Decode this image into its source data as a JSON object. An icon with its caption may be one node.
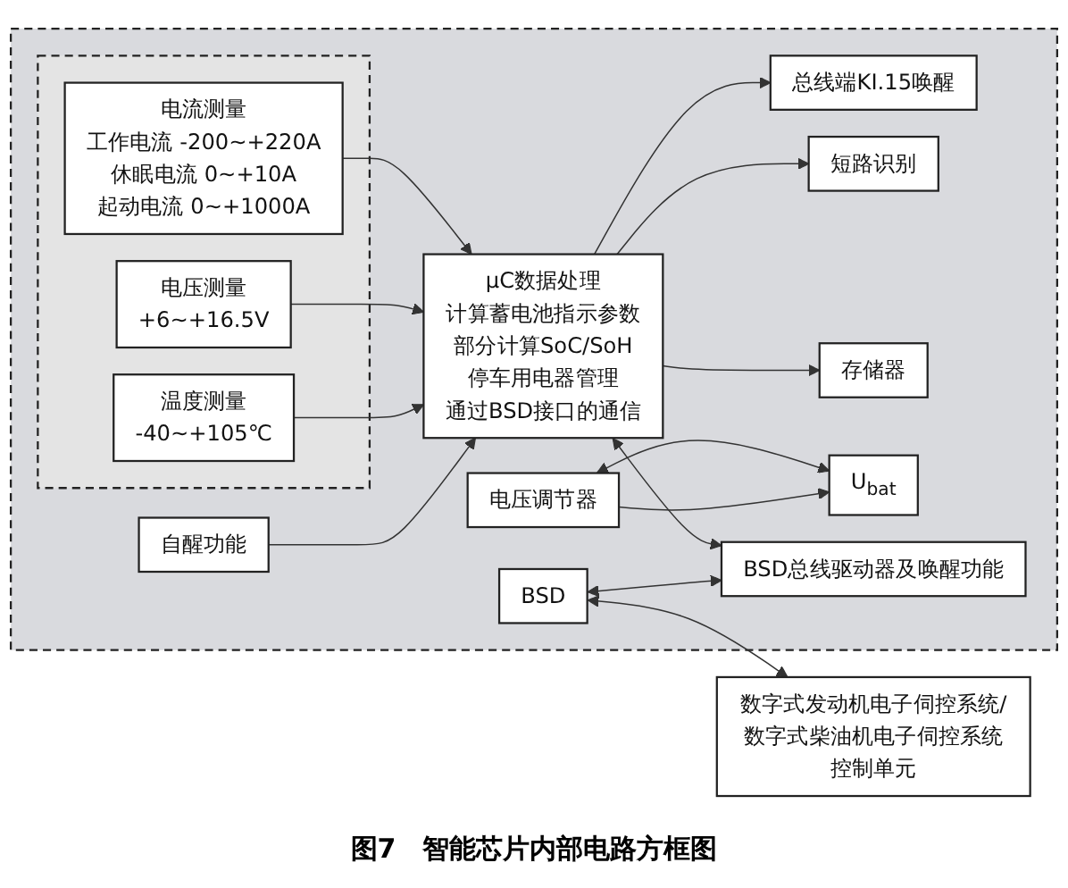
{
  "diagram": {
    "caption": "图7　智能芯片内部电路方框图",
    "nodes": [
      {
        "text": [],
        "shape": "box"
      },
      {
        "text": [],
        "shape": "box",
        "in": 0
      },
      {
        "text": [
          "电流测量",
          "工作电流 -200~+220A",
          "休眠电流 0~+10A",
          "起动电流 0~+1000A"
        ],
        "in": 1
      },
      {
        "text": [
          "电压测量",
          "+6~+16.5V"
        ],
        "in": 1
      },
      {
        "text": [
          "温度测量",
          "-40~+105℃"
        ],
        "in": 1
      },
      {
        "text": [
          "μC数据处理",
          "计算蓄电池指示参数",
          "部分计算SoC/SoH",
          "停车用电器管理",
          "通过BSD接口的通信"
        ],
        "in": 0
      },
      {
        "text": [
          "总线端KI.15唤醒"
        ],
        "in": 0
      },
      {
        "text": [
          "短路识别"
        ],
        "in": 0
      },
      {
        "text": [
          "自醒功能"
        ],
        "in": 0
      },
      {
        "text": [
          "存储器"
        ],
        "in": 0
      },
      {
        "text": [
          "数字式发动机电子伺控系统/数字式柴油机电子伺控系统控制单元"
        ]
      },
      {
        "text": [
          "电压调节器"
        ],
        "in": 0
      },
      {
        "text": [
          "U$_{bat}$"
        ],
        "in": 0
      },
      {
        "text": [
          "BSD"
        ],
        "in": 0
      },
      {
        "text": [
          "BSD总线驱动器及唤醒功能"
        ],
        "in": 0
      }
    ],
    "edges": [
      {
        "from": 2,
        "to": 5,
        "arrow": "to"
      },
      {
        "from": 3,
        "to": 5,
        "arrow": "to"
      },
      {
        "from": 4,
        "to": 5,
        "arrow": "to"
      },
      {
        "from": 5,
        "to": 6,
        "arrow": "to"
      },
      {
        "from": 5,
        "to": 7,
        "arrow": "to"
      },
      {
        "from": 8,
        "to": 5,
        "arrow": "to"
      },
      {
        "from": 5,
        "to": 9,
        "arrow": "to"
      },
      {
        "from": 5,
        "to": 14,
        "arrow": "both"
      },
      {
        "from": 11,
        "to": 12,
        "arrow": "both"
      },
      {
        "from": 11,
        "to": 12,
        "arrow": "to"
      },
      {
        "from": 13,
        "to": 14,
        "arrow": "both"
      },
      {
        "from": 13,
        "to": 10,
        "arrow": "both"
      }
    ]
  }
}
